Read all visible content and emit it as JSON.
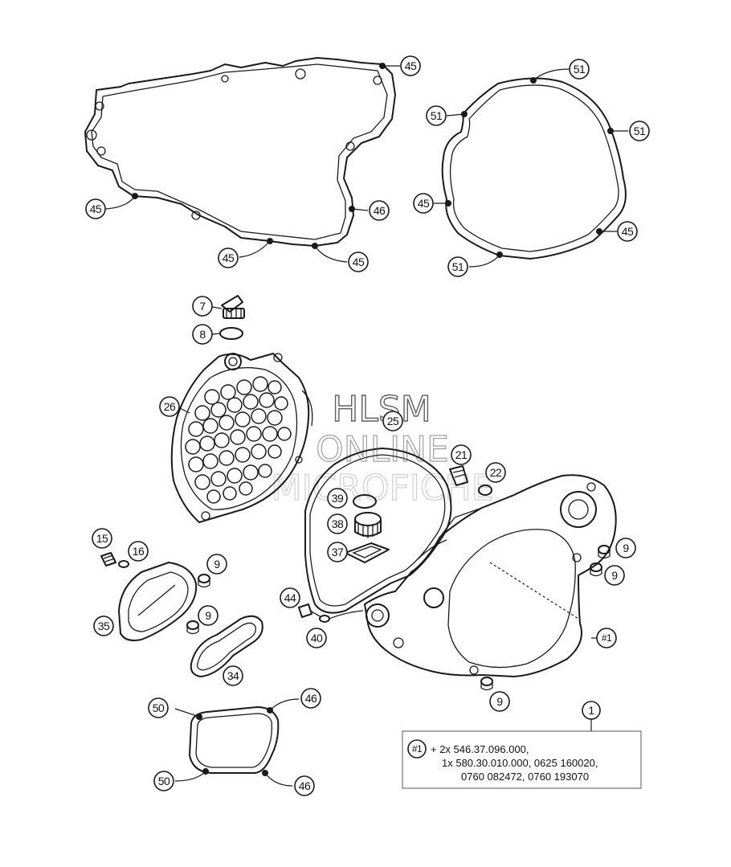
{
  "callouts": {
    "c1": "45",
    "c2": "45",
    "c3": "46",
    "c4": "45",
    "c5": "45",
    "c6": "51",
    "c7": "51",
    "c8": "51",
    "c9": "45",
    "c10": "45",
    "c11": "51",
    "c12": "7",
    "c13": "8",
    "c14": "26",
    "c15": "25",
    "c16": "21",
    "c17": "22",
    "c18": "39",
    "c19": "38",
    "c20": "37",
    "c21": "9",
    "c22": "9",
    "c23": "9",
    "c24": "9",
    "c25": "9",
    "c26": "15",
    "c27": "16",
    "c28": "35",
    "c29": "34",
    "c30": "44",
    "c31": "40",
    "c32": "#1",
    "c33": "50",
    "c34": "50",
    "c35": "46",
    "c36": "46",
    "c37": "1"
  },
  "watermark": {
    "line1": "HLSM",
    "line2": "ONLINE",
    "line3": "MICROFICHE"
  },
  "note": {
    "ref": "#1",
    "line1": "+ 2x 546.37.096.000,",
    "line2": "1x 580.30.010.000, 0625 160020,",
    "line3": "0760 082472, 0760 193070"
  }
}
